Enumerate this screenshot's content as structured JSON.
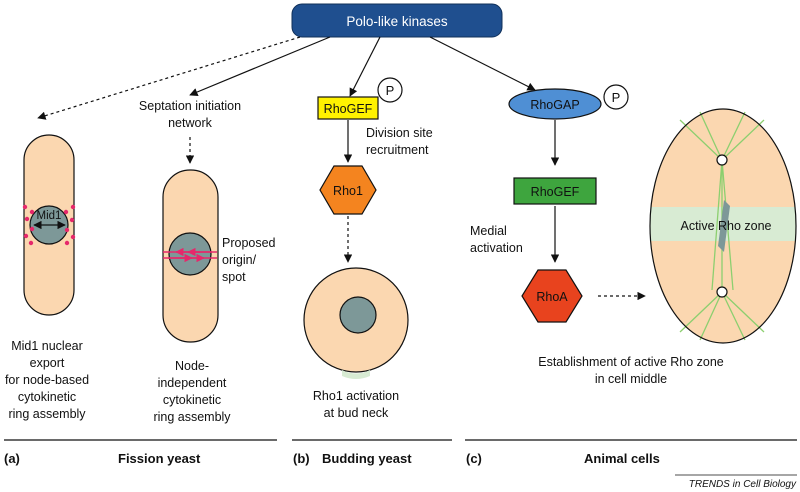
{
  "top_node": "Polo-like kinases",
  "fission": {
    "mid1_label": "Mid1",
    "mid1_caption": [
      "Mid1 nuclear",
      "export",
      "for node-based",
      "cytokinetic",
      "ring assembly"
    ],
    "sin_label": [
      "Septation initiation",
      "network"
    ],
    "spot_label": [
      "Proposed",
      "origin/",
      "spot"
    ],
    "node_ind_caption": [
      "Node-",
      "independent",
      "cytokinetic",
      "ring assembly"
    ]
  },
  "budding": {
    "rhogef": "RhoGEF",
    "p": "P",
    "recruit_label": [
      "Division site",
      "recruitment"
    ],
    "rho1": "Rho1",
    "caption": [
      "Rho1 activation",
      "at bud neck"
    ]
  },
  "animal": {
    "rhogap": "RhoGAP",
    "p": "P",
    "rhogef": "RhoGEF",
    "medial_label": [
      "Medial",
      "activation"
    ],
    "rhoa": "RhoA",
    "zone_label": "Active Rho zone",
    "caption": [
      "Establishment of active Rho zone",
      "in cell middle"
    ]
  },
  "panels": {
    "a_letter": "(a)",
    "a_title": "Fission yeast",
    "b_letter": "(b)",
    "b_title": "Budding yeast",
    "c_letter": "(c)",
    "c_title": "Animal cells"
  },
  "footer": "TRENDS in Cell Biology",
  "colors": {
    "cell_fill": "#fbd7b0",
    "nucleus": "#7d9898",
    "top_node": "#1f4f8f",
    "rhogef": "#fff200",
    "rhogap": "#4f8fd4",
    "rhogef_green": "#3ea53e",
    "rho1": "#f4841f",
    "rhoa": "#e8431e",
    "zone": "#d8ebd3",
    "spindle": "#8ccf6f",
    "dots": "#e6286b"
  }
}
